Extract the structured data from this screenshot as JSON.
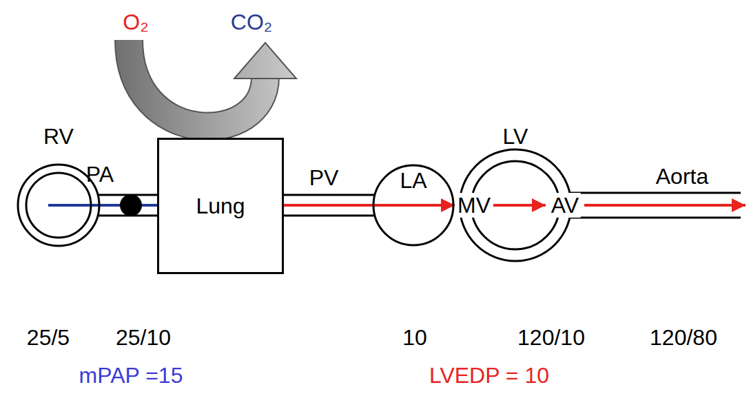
{
  "diagram": {
    "nodes": [
      {
        "text": [
          "RV"
        ]
      },
      {
        "text": [
          "Lung"
        ]
      },
      {
        "text": [
          "LA"
        ]
      },
      {
        "text": [
          "LV"
        ]
      }
    ],
    "edges": [
      {
        "from": 0,
        "to": 1,
        "arrow": "none",
        "label": "PA"
      },
      {
        "from": 1,
        "to": 2,
        "arrow": "to",
        "label": "PV"
      }
    ],
    "labels": [
      "O₂",
      "CO₂",
      "MV",
      "AV",
      "Aorta",
      "25/5",
      "25/10",
      "10",
      "120/10",
      "120/80",
      "mPAP =15",
      "LVEDP = 10"
    ]
  }
}
